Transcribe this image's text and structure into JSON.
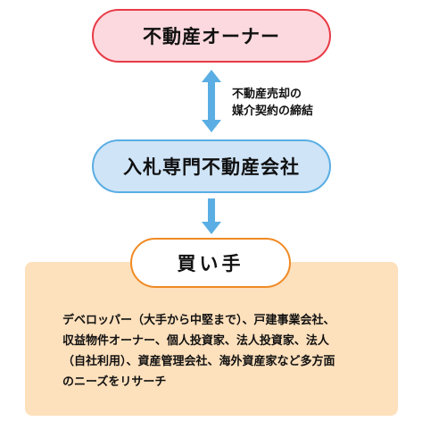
{
  "nodes": {
    "owner": "不動産オーナー",
    "agency": "入札専門不動産会社",
    "buyer": "買い手"
  },
  "contract_note": {
    "line1": "不動産売却の",
    "line2": "媒介契約の締結"
  },
  "buyer_description": {
    "line1": "デベロッパー（大手から中堅まで）、戸建事業会社、",
    "line2": "収益物件オーナー、個人投資家、法人投資家、法人",
    "line3": "（自社利用）、資産管理会社、海外資産家など多方面",
    "line4": "のニーズをリサーチ"
  },
  "colors": {
    "owner_fill": "#fcd9de",
    "owner_border": "#e83b47",
    "agency_fill": "#cfe4f7",
    "agency_border": "#5aaee3",
    "buyer_panel": "#fde0bc",
    "buyer_border": "#f08a24",
    "arrow": "#5aaee3"
  }
}
